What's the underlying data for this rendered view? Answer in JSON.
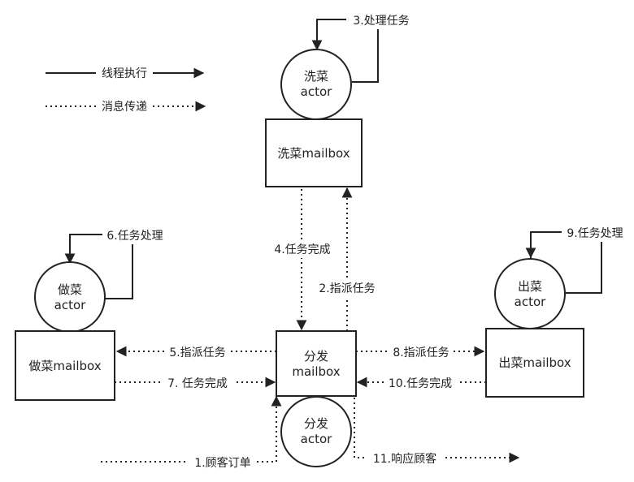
{
  "legend": {
    "thread_exec": "线程执行",
    "message_pass": "消息传递"
  },
  "nodes": {
    "wash_actor": {
      "line1": "洗菜",
      "line2": "actor"
    },
    "wash_mailbox": "洗菜mailbox",
    "cook_actor": {
      "line1": "做菜",
      "line2": "actor"
    },
    "cook_mailbox": "做菜mailbox",
    "serve_actor": {
      "line1": "出菜",
      "line2": "actor"
    },
    "serve_mailbox": "出菜mailbox",
    "dispatch_mailbox": {
      "line1": "分发",
      "line2": "mailbox"
    },
    "dispatch_actor": {
      "line1": "分发",
      "line2": "actor"
    }
  },
  "edges": {
    "e1": "1.顾客订单",
    "e2": "2.指派任务",
    "e3": "3.处理任务",
    "e4": "4.任务完成",
    "e5": "5.指派任务",
    "e6": "6.任务处理",
    "e7": "7. 任务完成",
    "e8": "8.指派任务",
    "e9": "9.任务处理",
    "e10": "10.任务完成",
    "e11": "11.响应顾客"
  },
  "colors": {
    "stroke": "#222222",
    "background": "#ffffff"
  }
}
